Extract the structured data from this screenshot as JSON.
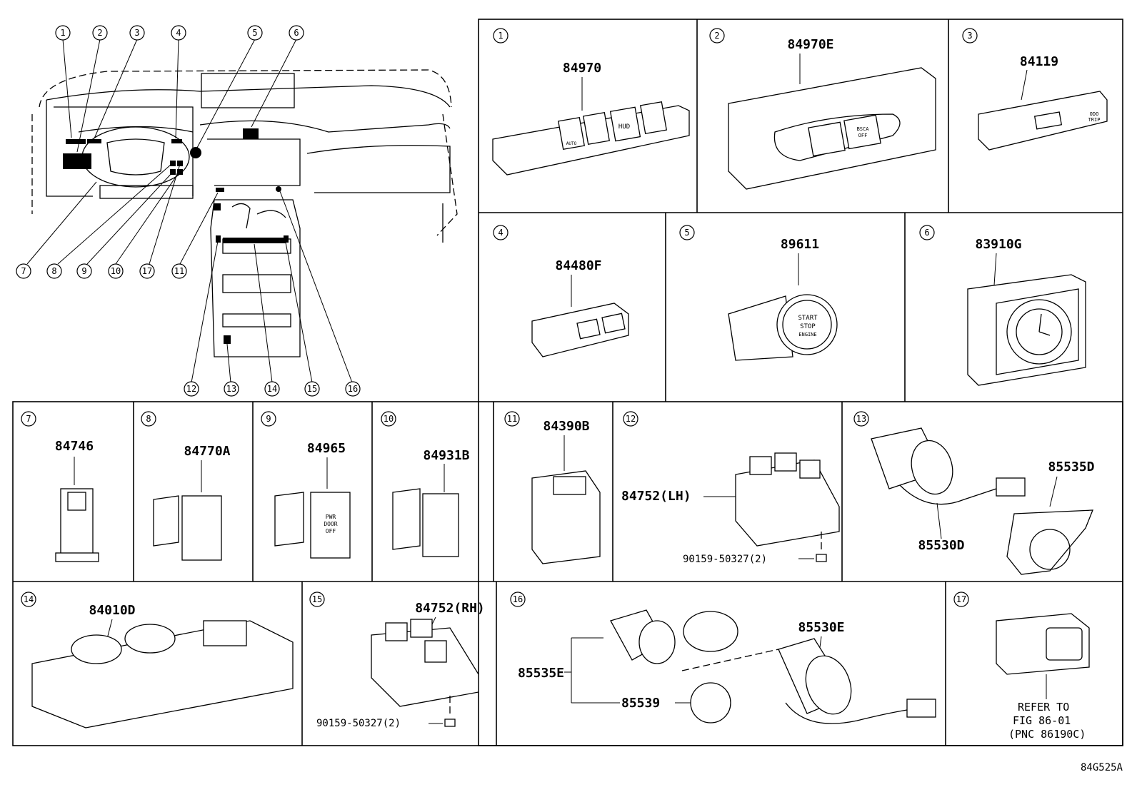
{
  "diagram_code": "84G525A",
  "overview_callouts": [
    "1",
    "2",
    "3",
    "4",
    "5",
    "6",
    "7",
    "8",
    "9",
    "10",
    "17",
    "11",
    "12",
    "13",
    "14",
    "15",
    "16"
  ],
  "panels": [
    {
      "index": "1",
      "parts": [
        "84970"
      ]
    },
    {
      "index": "2",
      "parts": [
        "84970E"
      ]
    },
    {
      "index": "3",
      "parts": [
        "84119"
      ]
    },
    {
      "index": "4",
      "parts": [
        "84480F"
      ]
    },
    {
      "index": "5",
      "parts": [
        "89611"
      ]
    },
    {
      "index": "6",
      "parts": [
        "83910G"
      ]
    },
    {
      "index": "7",
      "parts": [
        "84746"
      ]
    },
    {
      "index": "8",
      "parts": [
        "84770A"
      ]
    },
    {
      "index": "9",
      "parts": [
        "84965"
      ]
    },
    {
      "index": "10",
      "parts": [
        "84931B"
      ]
    },
    {
      "index": "11",
      "parts": [
        "84390B"
      ]
    },
    {
      "index": "12",
      "parts": [
        "84752(LH)",
        "90159-50327(2)"
      ]
    },
    {
      "index": "13",
      "parts": [
        "85535D",
        "85530D"
      ]
    },
    {
      "index": "14",
      "parts": [
        "84010D"
      ]
    },
    {
      "index": "15",
      "parts": [
        "84752(RH)",
        "90159-50327(2)"
      ]
    },
    {
      "index": "16",
      "parts": [
        "85530E",
        "85535E",
        "85539"
      ]
    },
    {
      "index": "17",
      "parts": []
    }
  ],
  "refer_note": [
    "REFER TO",
    "FIG 86-01",
    "(PNC 86190C)"
  ],
  "switch_labels": {
    "hud": "HUD",
    "auto": "AUTO",
    "start1": "START",
    "start2": "STOP",
    "start3": "ENGINE",
    "pwr1": "PWR",
    "pwr2": "DOOR",
    "pwr3": "OFF",
    "bsm1": "BSCA",
    "bsm2": "OFF",
    "odo1": "ODO",
    "odo2": "TRIP"
  }
}
